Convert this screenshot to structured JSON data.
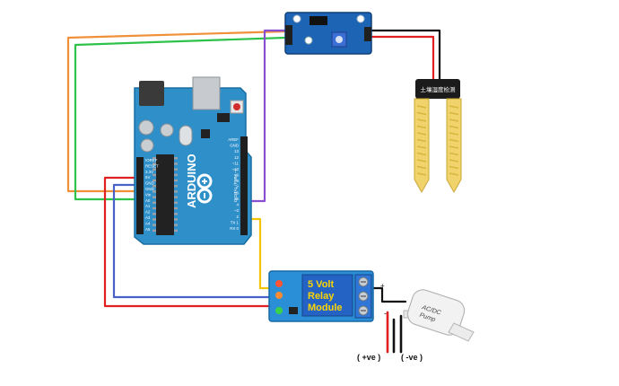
{
  "arduino": {
    "brand": "ARDUINO",
    "left_pins": [
      "IOREF",
      "RESET",
      "3.3V",
      "5V",
      "GND",
      "GND",
      "Vin",
      "A0",
      "A1",
      "A2",
      "A3",
      "A4",
      "A5"
    ],
    "right_pins": [
      "AREF",
      "GND",
      "13",
      "12",
      "~11",
      "~10",
      "~9",
      "8",
      "7",
      "~6",
      "~5",
      "4",
      "~3",
      "2",
      "TX 1",
      "RX 0"
    ],
    "digital_label": "DIGITAL (PWM ~)",
    "colors": {
      "board": "#2f8fc9",
      "chip": "#222222"
    }
  },
  "relay": {
    "title_lines": [
      "5 Volt",
      "Relay",
      "Module"
    ],
    "colors": {
      "board": "#2a8fd6",
      "text": "#ffd500"
    }
  },
  "sensor": {
    "label": "土壤湿度检测"
  },
  "pump": {
    "label_lines": [
      "AC/DC",
      "Pump"
    ],
    "plus_mark": "+",
    "minus_mark": "-"
  },
  "power": {
    "positive": "( +ve )",
    "negative": "( -ve )"
  },
  "wire_colors": {
    "orange": "#f0913a",
    "green": "#2ec24a",
    "purple": "#8a4fd1",
    "red": "#e02020",
    "blue": "#4a62c8",
    "yellow": "#f5c400",
    "black": "#111111"
  }
}
